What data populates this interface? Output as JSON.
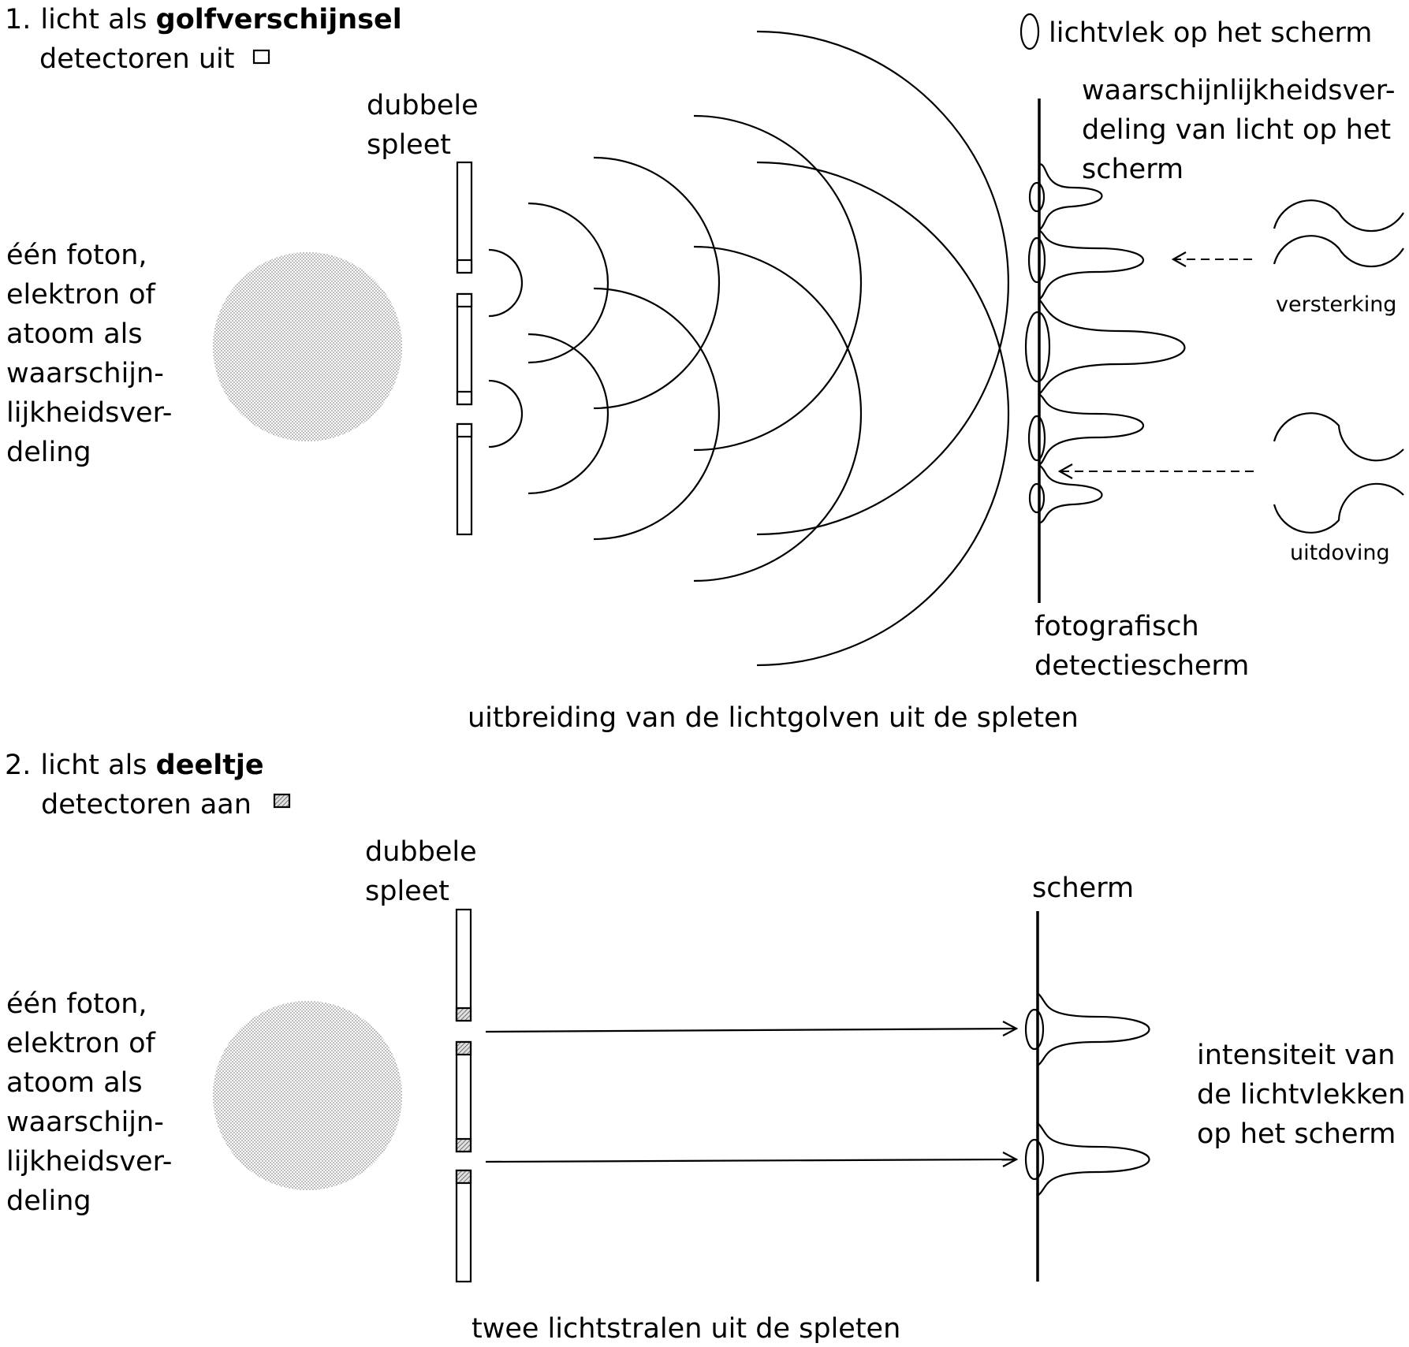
{
  "section1": {
    "number": "1.",
    "title_prefix": "licht als ",
    "title_bold": "golfverschijnsel",
    "detectors": "detectoren uit",
    "source_lines": [
      "één foton,",
      "elektron of",
      "atoom als",
      "waarschijn-",
      "lijkheidsver-",
      "deling"
    ],
    "slit_label": [
      "dubbele",
      "spleet"
    ],
    "spot_legend": "lichtvlek op het scherm",
    "distribution_label": [
      "waarschijnlijkheidsver-",
      "deling van licht op het",
      "scherm"
    ],
    "screen_label": [
      "fotografisch",
      "detectiescherm"
    ],
    "amplification": "versterking",
    "extinction": "uitdoving",
    "caption": "uitbreiding van de lichtgolven uit de spleten"
  },
  "section2": {
    "number": "2.",
    "title_prefix": "licht als ",
    "title_bold": "deeltje",
    "detectors": "detectoren aan",
    "source_lines": [
      "één foton,",
      "elektron of",
      "atoom als",
      "waarschijn-",
      "lijkheidsver-",
      "deling"
    ],
    "slit_label": [
      "dubbele",
      "spleet"
    ],
    "screen_label": "scherm",
    "intensity_label": [
      "intensiteit van",
      "de lichtvlekken",
      "op het scherm"
    ],
    "caption": "twee lichtstralen uit de spleten"
  },
  "colors": {
    "ink": "#000000",
    "background": "#ffffff",
    "probability_cloud": "#9a9a9a"
  },
  "icons": [
    "detector-off-icon",
    "detector-on-icon",
    "light-spot-icon",
    "dashed-arrow-icon",
    "arrow-icon"
  ]
}
